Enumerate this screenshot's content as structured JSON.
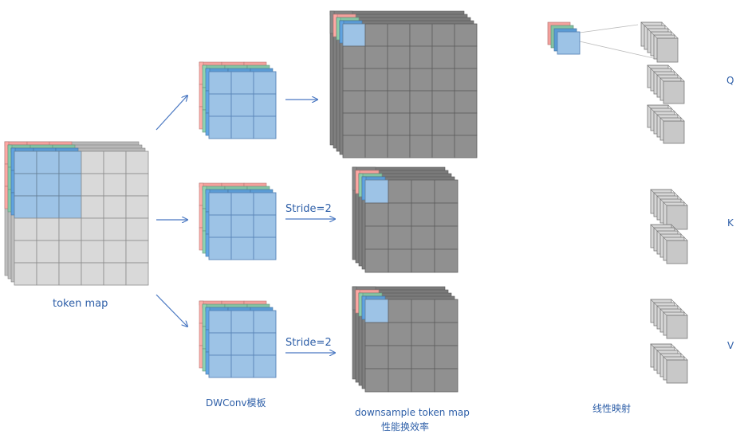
{
  "labels": {
    "token_map": "token map",
    "dwconv": "DWConv模板",
    "downsample_line1": "downsample token map",
    "downsample_line2": "性能换效率",
    "linear_proj": "线性映射",
    "stride_1": "Stride=2",
    "stride_2": "Stride=2",
    "q": "Q",
    "k": "K",
    "v": "V"
  },
  "colors": {
    "grid_light": "#d9d9d9",
    "grid_dark": "#909090",
    "kernel_blue": "#9dc3e6",
    "layer_red": "#f4a09c",
    "layer_green": "#84c3a3",
    "layer_blue": "#5b9bd5",
    "arrow": "#4a78c2",
    "label": "#2e5fa8"
  }
}
